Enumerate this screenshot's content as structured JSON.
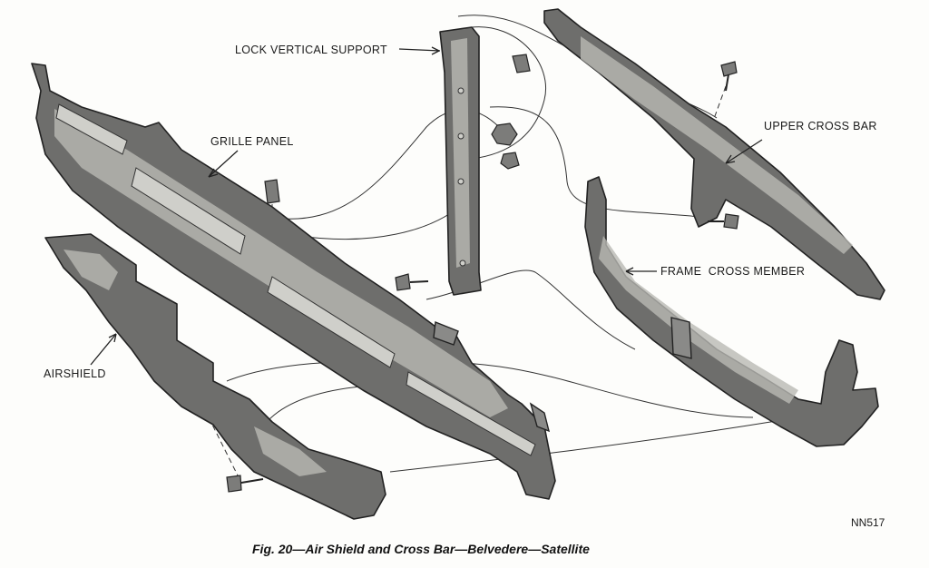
{
  "labels": {
    "lock_vertical_support": "LOCK VERTICAL SUPPORT",
    "grille_panel": "GRILLE PANEL",
    "upper_cross_bar": "UPPER CROSS BAR",
    "frame_cross_member": "FRAME  CROSS MEMBER",
    "airshield": "AIRSHIELD"
  },
  "part_number": "NN517",
  "caption": "Fig. 20—Air Shield and Cross Bar—Belvedere—Satellite",
  "colors": {
    "part_fill": "#6e6e6c",
    "line": "#222222",
    "background": "#fdfdfb"
  }
}
